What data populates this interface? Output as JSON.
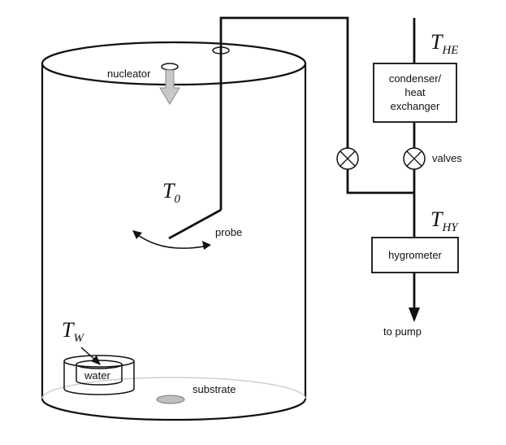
{
  "labels": {
    "nucleator": "nucleator",
    "probe": "probe",
    "water": "water",
    "substrate": "substrate",
    "condenser_line1": "condenser/",
    "condenser_line2": "heat",
    "condenser_line3": "exchanger",
    "valves": "valves",
    "hygrometer": "hygrometer",
    "to_pump": "to pump"
  },
  "temperatures": {
    "t0": {
      "main": "T",
      "sub": "0"
    },
    "tw": {
      "main": "T",
      "sub": "W"
    },
    "the": {
      "main": "T",
      "sub": "HE"
    },
    "thy": {
      "main": "T",
      "sub": "HY"
    }
  },
  "colors": {
    "line": "#111111",
    "arrow_fill": "#c8c8c8",
    "substrate_fill": "#bfbfbf",
    "base_rim": "#d0d0d0"
  }
}
